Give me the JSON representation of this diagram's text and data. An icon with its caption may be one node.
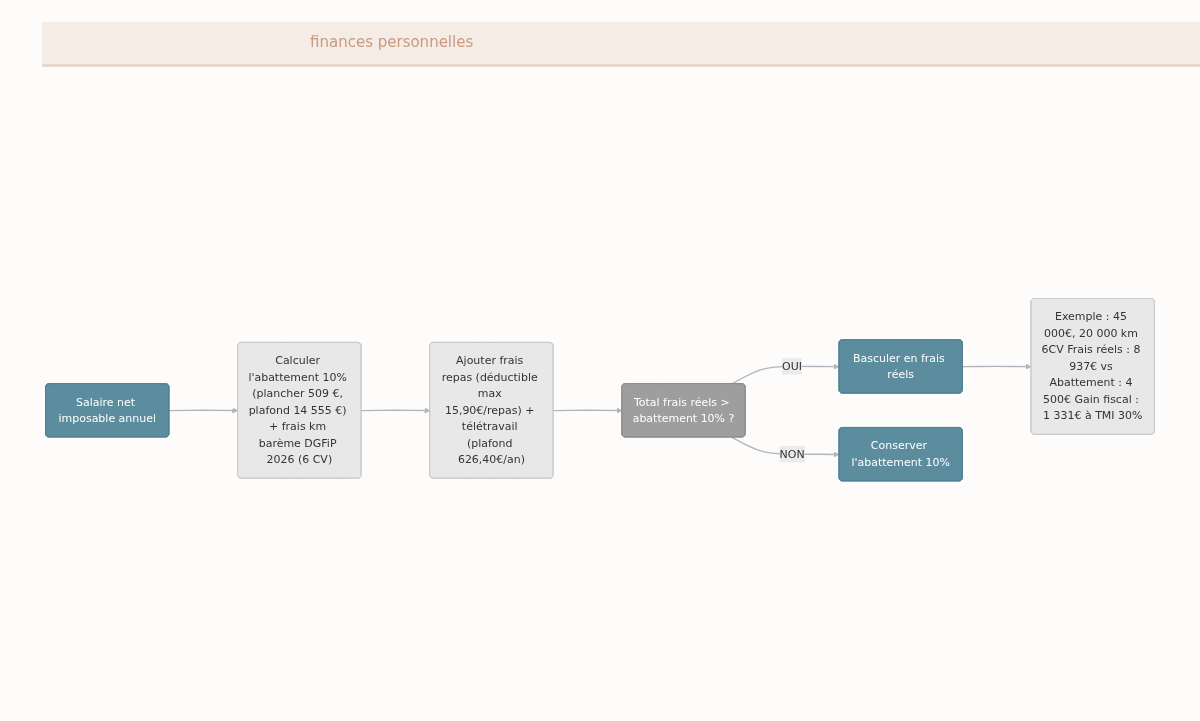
{
  "diagram": {
    "nodes": [
      {
        "text": [
          "Salaire net imposable annuel"
        ]
      },
      {
        "text": [
          "Calculer l'abattement 10% (plancher 509 €, plafond 14 555 €) + frais km barème DGFiP 2026 (6 CV)"
        ]
      },
      {
        "text": [
          "Ajouter frais repas (déductible max 15,90€/repas) + télétravail (plafond 626,40€/an)"
        ]
      },
      {
        "text": [
          "Total frais réels > abattement 10% ?"
        ]
      },
      {
        "text": [
          "Basculer en frais réels"
        ]
      },
      {
        "text": [
          "Conserver l'abattement 10%"
        ]
      },
      {
        "text": [
          "Exemple : 45 000€, 20 000 km 6CV Frais réels : 8 937€ vs Abattement : 4 500€ Gain fiscal : 1 331€ à TMI 30%"
        ]
      }
    ],
    "edges": [
      {
        "from": 0,
        "to": 1,
        "arrow": "to"
      },
      {
        "from": 1,
        "to": 2,
        "arrow": "to"
      },
      {
        "from": 2,
        "to": 3,
        "arrow": "to"
      },
      {
        "from": 3,
        "to": 4,
        "label": "OUI",
        "arrow": "to"
      },
      {
        "from": 3,
        "to": 5,
        "label": "NON",
        "arrow": "to"
      },
      {
        "from": 4,
        "to": 6,
        "arrow": "to"
      }
    ],
    "labels": [
      "finances personnelles"
    ]
  }
}
